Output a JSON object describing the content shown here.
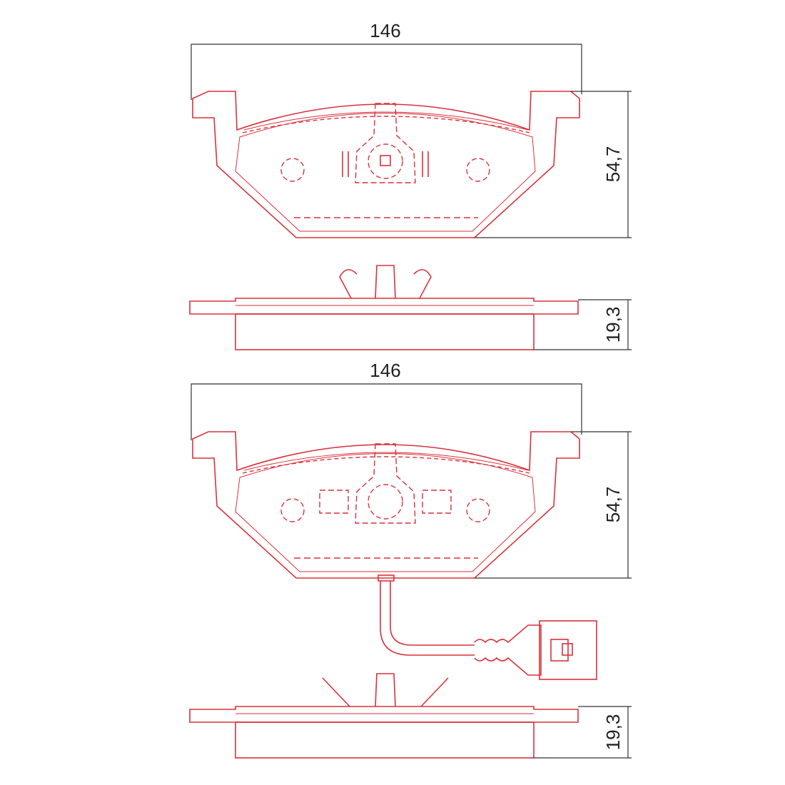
{
  "drawing": {
    "title": "Brake pad set technical drawing",
    "colors": {
      "outline": "#d8323c",
      "dimension": "#333333"
    },
    "pad_top": {
      "width_label": "146",
      "height_label": "54,7",
      "thickness_label": "19,3"
    },
    "pad_bottom": {
      "width_label": "146",
      "height_label": "54,7",
      "thickness_label": "19,3",
      "has_wear_sensor": true
    }
  }
}
